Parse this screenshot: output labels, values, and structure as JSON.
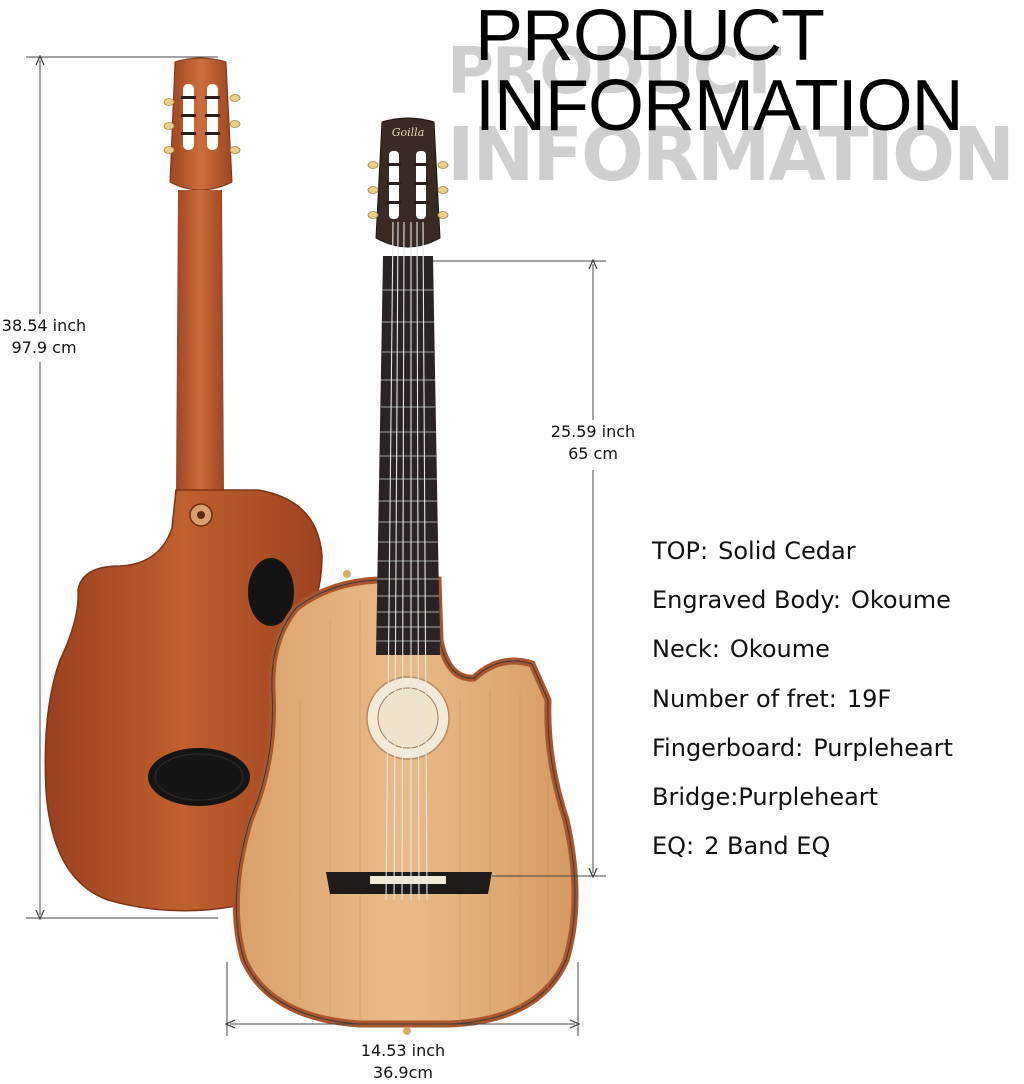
{
  "header": {
    "title_line1": "PRODUCT",
    "title_line2": "INFORMATION",
    "ghost_line1": "PRODUCT",
    "ghost_line2": "INFORMATION"
  },
  "dimensions": {
    "total_length": {
      "inch": "38.54 inch",
      "cm": "97.9 cm"
    },
    "scale_length": {
      "inch": "25.59 inch",
      "cm": "65 cm"
    },
    "body_width": {
      "inch": "14.53 inch",
      "cm": "36.9cm"
    }
  },
  "headstock_logo": "Goilla",
  "specs": [
    {
      "label": "TOP:",
      "value": "Solid Cedar"
    },
    {
      "label": "Engraved Body:",
      "value": "Okoume"
    },
    {
      "label": "Neck:",
      "value": "Okoume"
    },
    {
      "label": "Number of fret:",
      "value": "19F"
    },
    {
      "label": "Fingerboard:",
      "value": "Purpleheart"
    },
    {
      "label": "Bridge:Purpleheart",
      "value": ""
    },
    {
      "label": "EQ:",
      "value": "2 Band EQ"
    }
  ],
  "colors": {
    "back_wood": "#b8522a",
    "top_cedar": "#e2b07c",
    "fretboard": "#2a2223",
    "binding": "#a9552d"
  }
}
